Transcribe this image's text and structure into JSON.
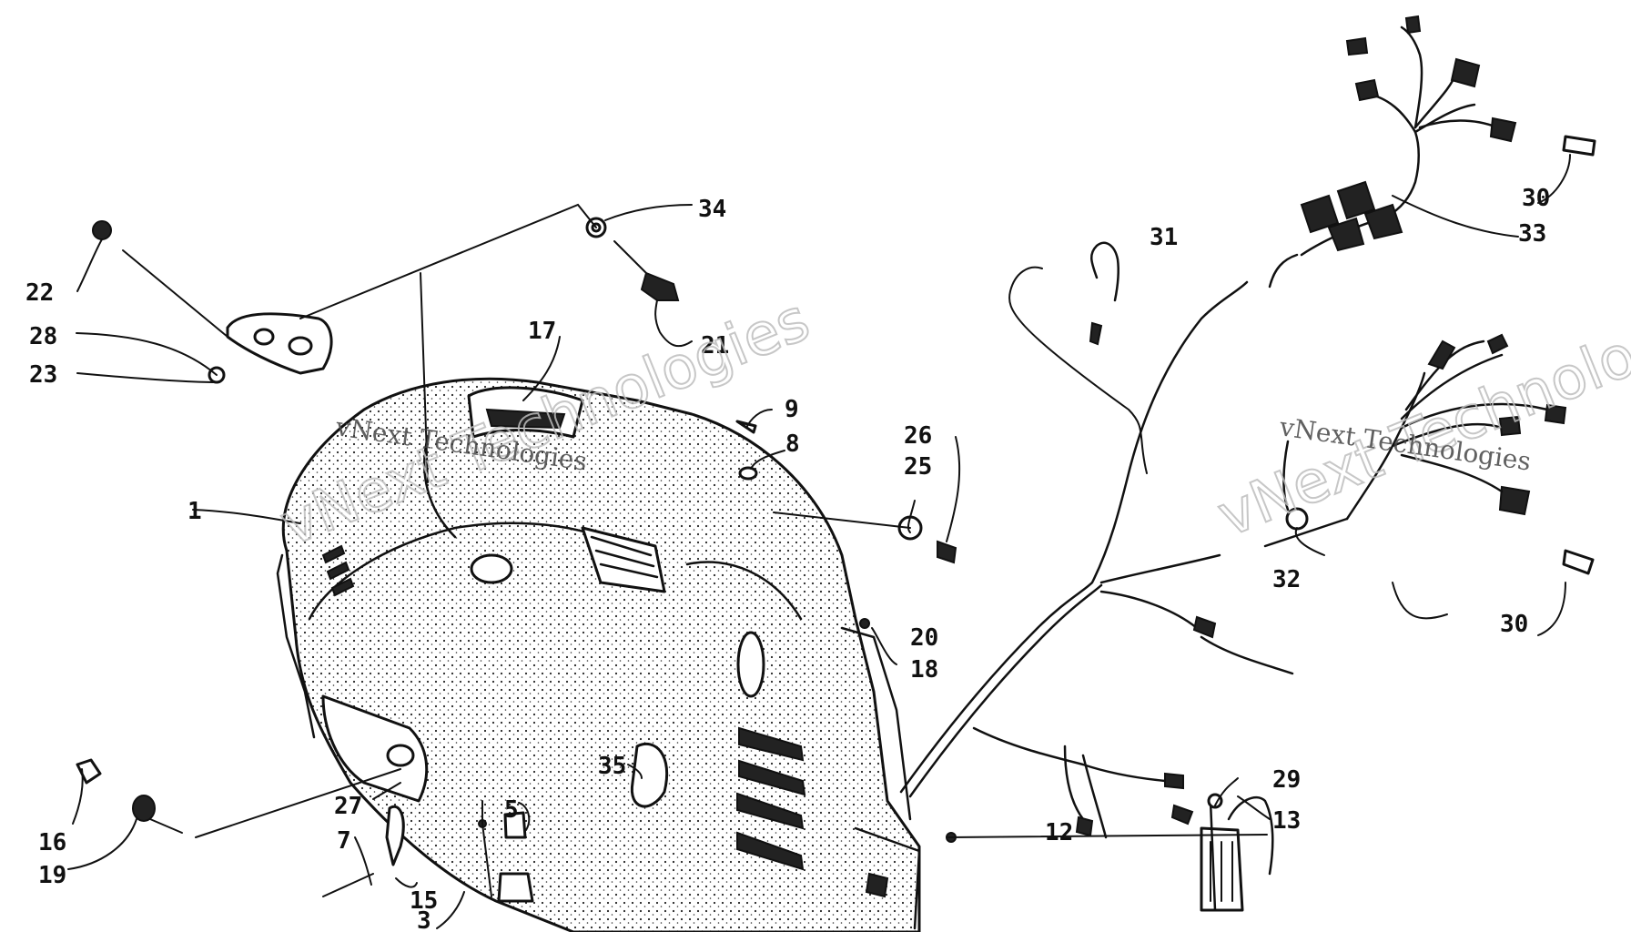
{
  "watermark": {
    "small": "vNext Technologies",
    "large": "vNext Technologies"
  },
  "callouts": [
    "1",
    "3",
    "5",
    "7",
    "8",
    "9",
    "12",
    "13",
    "15",
    "16",
    "17",
    "18",
    "19",
    "20",
    "21",
    "22",
    "23",
    "25",
    "26",
    "27",
    "28",
    "29",
    "30",
    "30",
    "31",
    "32",
    "33",
    "34",
    "35"
  ]
}
